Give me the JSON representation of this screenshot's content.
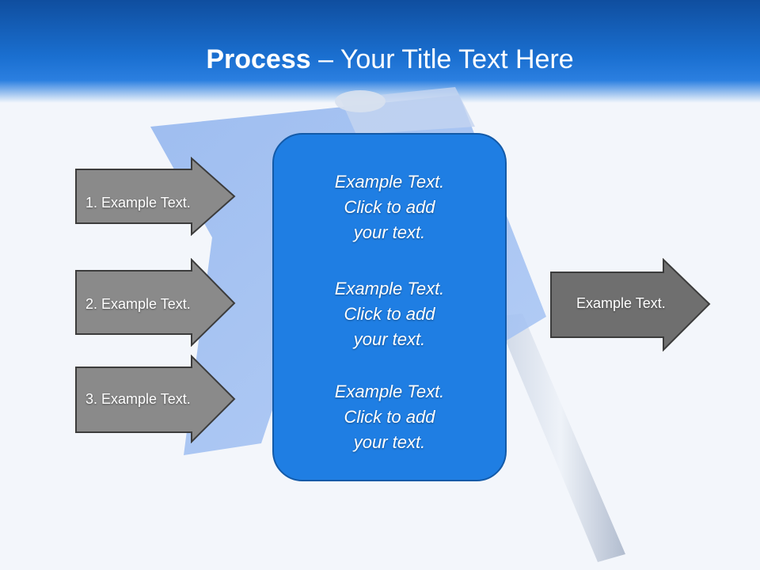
{
  "slide": {
    "title_bold": "Process",
    "title_rest": " – Your Title Text Here",
    "left_arrows": [
      "1. Example Text.",
      "2. Example Text.",
      "3. Example Text."
    ],
    "center_blocks": [
      [
        "Example Text.",
        "Click  to add",
        "your text."
      ],
      [
        "Example Text.",
        "Click  to add",
        "your text."
      ],
      [
        "Example Text.",
        "Click  to add",
        "your text."
      ]
    ],
    "right_arrow": "Example Text."
  },
  "colors": {
    "header_blue": "#1a6fd0",
    "center_box_fill": "#1f7ee3",
    "arrow_fill": "#8a8a8a",
    "background": "#f3f6fb"
  },
  "icons": {
    "background_art": "pushpin-flag-icon"
  }
}
